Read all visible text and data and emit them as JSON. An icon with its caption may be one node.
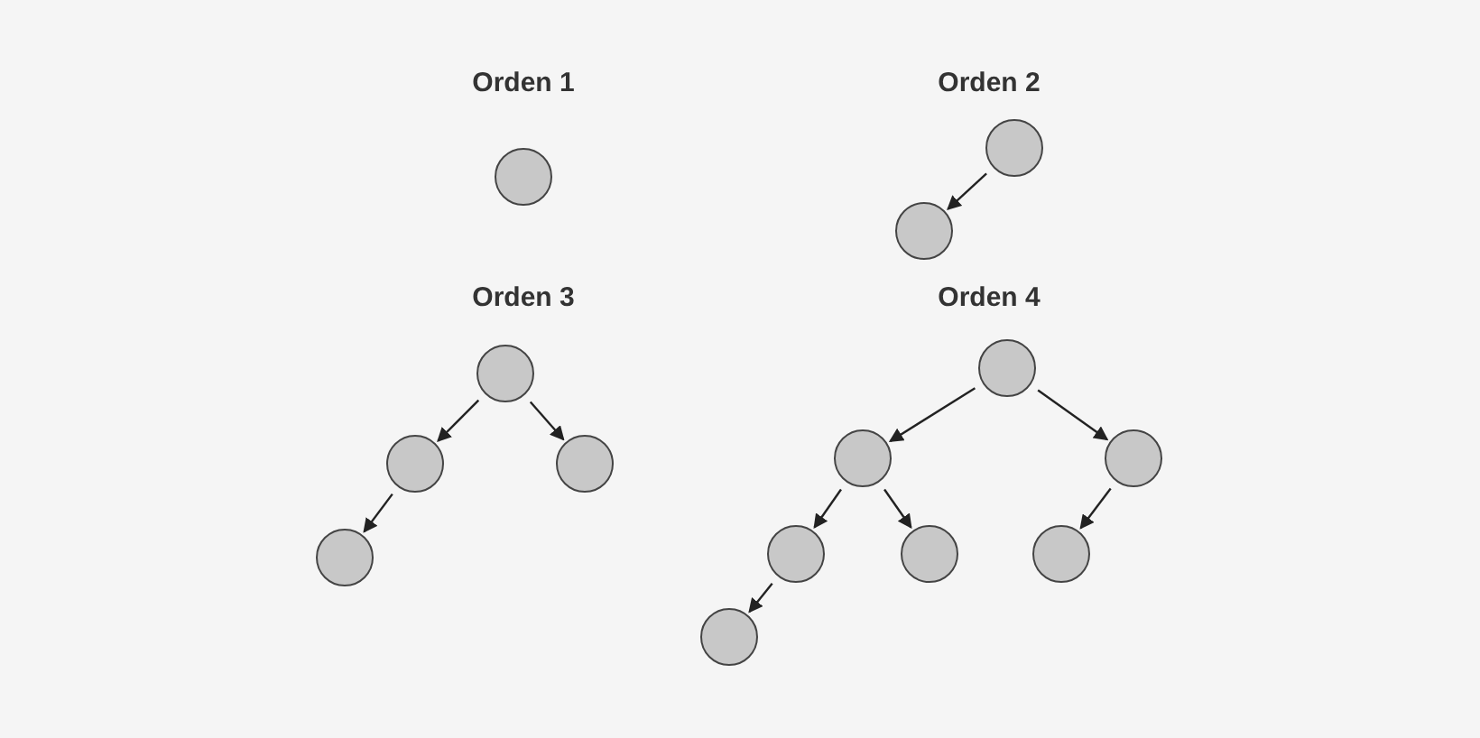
{
  "diagram": {
    "nodes": [
      {
        "text": [],
        "shape": "circle"
      },
      {
        "text": [],
        "shape": "circle"
      },
      {
        "text": [],
        "shape": "circle"
      },
      {
        "text": [],
        "shape": "circle"
      },
      {
        "text": [],
        "shape": "circle"
      },
      {
        "text": [],
        "shape": "circle"
      },
      {
        "text": [],
        "shape": "circle"
      },
      {
        "text": [],
        "shape": "circle"
      },
      {
        "text": [],
        "shape": "circle"
      },
      {
        "text": [],
        "shape": "circle"
      },
      {
        "text": [],
        "shape": "circle"
      },
      {
        "text": [],
        "shape": "circle"
      },
      {
        "text": [],
        "shape": "circle"
      },
      {
        "text": [],
        "shape": "circle"
      }
    ],
    "edges": [
      {
        "from": 1,
        "to": 2,
        "arrow": "to"
      },
      {
        "from": 3,
        "to": 4,
        "arrow": "to"
      },
      {
        "from": 3,
        "to": 5,
        "arrow": "to"
      },
      {
        "from": 4,
        "to": 6,
        "arrow": "to"
      },
      {
        "from": 7,
        "to": 8,
        "arrow": "to"
      },
      {
        "from": 7,
        "to": 9,
        "arrow": "to"
      },
      {
        "from": 8,
        "to": 10,
        "arrow": "to"
      },
      {
        "from": 8,
        "to": 11,
        "arrow": "to"
      },
      {
        "from": 9,
        "to": 12,
        "arrow": "to"
      },
      {
        "from": 10,
        "to": 13,
        "arrow": "to"
      }
    ],
    "labels": [
      "Orden 1",
      "Orden 2",
      "Orden 3",
      "Orden 4"
    ]
  }
}
